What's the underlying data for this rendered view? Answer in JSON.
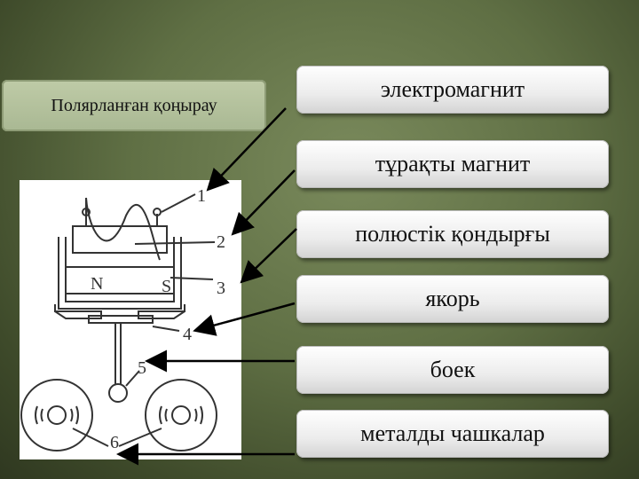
{
  "title": "Полярланған қоңырау",
  "labels": [
    "электромагнит",
    "тұрақты магнит",
    "полюстік қондырғы",
    "якорь",
    "боек",
    "металды  чашкалар"
  ],
  "diagram": {
    "numbers": [
      "1",
      "2",
      "3",
      "4",
      "5",
      "6"
    ],
    "pole_n": "N",
    "pole_s": "S"
  },
  "colors": {
    "background": "#5f6f44",
    "title_box": "#b6c39e",
    "label_box": "#ececec",
    "arrow": "#000000"
  }
}
